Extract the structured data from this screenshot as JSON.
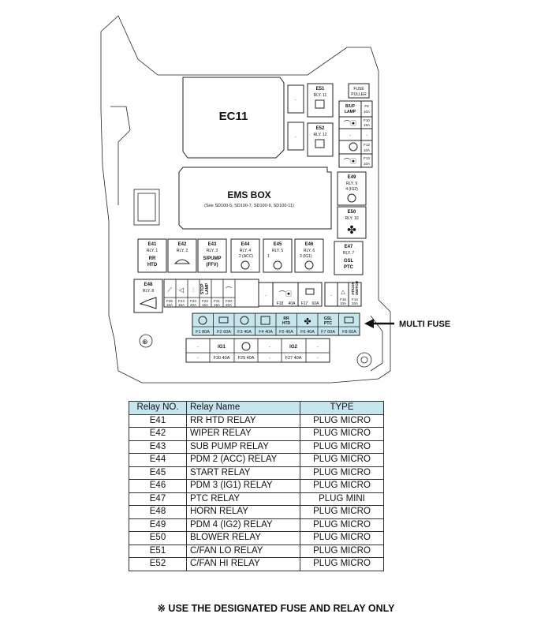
{
  "diagram": {
    "ec11": "EC11",
    "ems_box": "EMS BOX",
    "ems_box_sub": "(See SD100-5, SD100-7, SD100-9, SD100-11)",
    "fuse_puller": [
      "FUSE",
      "PULLER"
    ],
    "multi_fuse_label": "MULTI FUSE",
    "relays": {
      "E51": {
        "id": "E51",
        "rly": "RLY. 11"
      },
      "E52": {
        "id": "E52",
        "rly": "RLY. 12"
      },
      "E49": {
        "id": "E49",
        "rly": "RLY. 9",
        "sub": "4 (IG2)"
      },
      "E50": {
        "id": "E50",
        "rly": "RLY. 10"
      },
      "E47": {
        "id": "E47",
        "rly": "RLY. 7",
        "text": [
          "GSL",
          "PTC"
        ]
      },
      "E41": {
        "id": "E41",
        "rly": "RLY. 1",
        "text": [
          "RR",
          "HTD"
        ]
      },
      "E42": {
        "id": "E42",
        "rly": "RLY. 2"
      },
      "E43": {
        "id": "E43",
        "rly": "RLY. 3",
        "text": [
          "S/PUMP",
          "(FFV)"
        ]
      },
      "E44": {
        "id": "E44",
        "rly": "RLY. 4",
        "sub": "2 (ACC)"
      },
      "E45": {
        "id": "E45",
        "rly": "RLY. 5",
        "sub": "1"
      },
      "E46": {
        "id": "E46",
        "rly": "RLY. 6",
        "sub": "3 (IG1)"
      },
      "E48": {
        "id": "E48",
        "rly": "RLY. 8"
      }
    },
    "right_fuses": {
      "bup_lamp": [
        "B/UP",
        "LAMP"
      ],
      "f9": [
        "F9",
        "10A"
      ],
      "f10": [
        "F10",
        "15A"
      ],
      "f12": [
        "F12",
        "10A"
      ],
      "f13": [
        "F13",
        "10A"
      ],
      "dash": "-"
    },
    "small_fuses": [
      {
        "id": "F25",
        "amp": "15A"
      },
      {
        "id": "F24",
        "amp": "15A"
      },
      {
        "id": "F23",
        "amp": "20A"
      },
      {
        "id": "F22",
        "amp": "15A"
      },
      {
        "id": "F21",
        "amp": "15A"
      },
      {
        "id": "F20",
        "amp": "20A"
      },
      {
        "id": "F16",
        "amp": "10A"
      },
      {
        "id": "F14",
        "amp": "10A"
      }
    ],
    "stop_lamp": [
      "STOP",
      "LAMP"
    ],
    "atcon_switch": [
      "AT/CON",
      "SWITCH"
    ],
    "mid_fuses": [
      {
        "id": "F18",
        "amp": "40A"
      },
      {
        "id": "F17",
        "amp": "60A"
      }
    ],
    "multi_fuses": [
      {
        "label": "F1 80A",
        "icon": "ignition-icon",
        "text": ""
      },
      {
        "label": "F2 60A",
        "icon": "battery-icon",
        "text": ""
      },
      {
        "label": "F3 40A",
        "icon": "abs-icon",
        "text": ""
      },
      {
        "label": "F4 40A",
        "icon": "fan-relay-icon",
        "text": ""
      },
      {
        "label": "F5 40A",
        "icon": "",
        "text": "RR HTD"
      },
      {
        "label": "F6 40A",
        "icon": "blower-icon",
        "text": ""
      },
      {
        "label": "F7 60A",
        "icon": "",
        "text": "GSL PTC"
      },
      {
        "label": "F8 60A",
        "icon": "battery-icon",
        "text": ""
      }
    ],
    "bottom_fuses": [
      {
        "top": "-",
        "bottom": "-"
      },
      {
        "top": "IG1",
        "bottom": "F30 40A"
      },
      {
        "top": "",
        "bottom": "F29 40A"
      },
      {
        "top": "-",
        "bottom": "-"
      },
      {
        "top": "IG2",
        "bottom": "F27 40A"
      },
      {
        "top": "-",
        "bottom": "-"
      }
    ]
  },
  "table": {
    "headers": [
      "Relay NO.",
      "Relay Name",
      "TYPE"
    ],
    "rows": [
      [
        "E41",
        "RR HTD RELAY",
        "PLUG MICRO"
      ],
      [
        "E42",
        "WIPER RELAY",
        "PLUG MICRO"
      ],
      [
        "E43",
        "SUB PUMP RELAY",
        "PLUG MICRO"
      ],
      [
        "E44",
        "PDM 2 (ACC) RELAY",
        "PLUG MICRO"
      ],
      [
        "E45",
        "START RELAY",
        "PLUG MICRO"
      ],
      [
        "E46",
        "PDM 3 (IG1) RELAY",
        "PLUG MICRO"
      ],
      [
        "E47",
        "PTC RELAY",
        "PLUG MINI"
      ],
      [
        "E48",
        "HORN RELAY",
        "PLUG MICRO"
      ],
      [
        "E49",
        "PDM 4 (IG2) RELAY",
        "PLUG MICRO"
      ],
      [
        "E50",
        "BLOWER RELAY",
        "PLUG MICRO"
      ],
      [
        "E51",
        "C/FAN LO RELAY",
        "PLUG MICRO"
      ],
      [
        "E52",
        "C/FAN HI RELAY",
        "PLUG MICRO"
      ]
    ]
  },
  "note": "※ USE THE DESIGNATED FUSE AND RELAY ONLY",
  "colors": {
    "multi_fuse_fill": "#c6e6ee",
    "header_fill": "#c6e6ee"
  }
}
